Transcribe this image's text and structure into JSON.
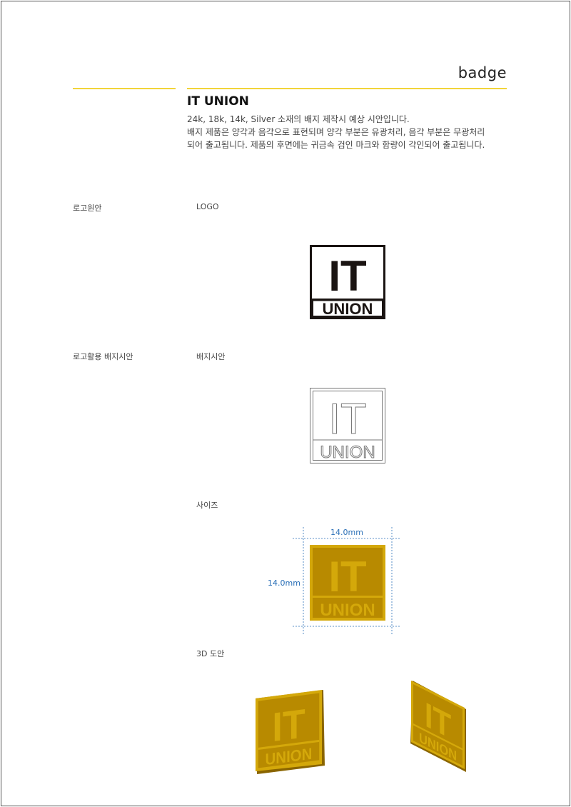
{
  "header": {
    "title": "badge"
  },
  "product": {
    "title": "IT UNION",
    "description": [
      "24k, 18k, 14k, Silver 소재의 배지 제작시 예상 시안입니다.",
      "배지 제품은 양각과 음각으로 표현되며 양각 부분은 유광처리, 음각 부분은 무광처리",
      "되어 출고됩니다. 제품의 후면에는 귀금속 검인 마크와 함량이 각인되어 출고됩니다."
    ]
  },
  "sections": {
    "logo_original": {
      "side_label": "로고원안",
      "label": "LOGO"
    },
    "badge_draft": {
      "side_label": "로고활용 배지시안",
      "label": "배지시안"
    },
    "size": {
      "label": "사이즈",
      "width": "14.0mm",
      "height": "14.0mm"
    },
    "draft_3d": {
      "label": "3D 도안"
    }
  },
  "logo": {
    "line1": "IT",
    "line2": "UNION"
  },
  "colors": {
    "accent": "#f2d43a",
    "gold": "#b88a00",
    "gold_light": "#d4a80a",
    "dimension": "#2a6fb7"
  }
}
